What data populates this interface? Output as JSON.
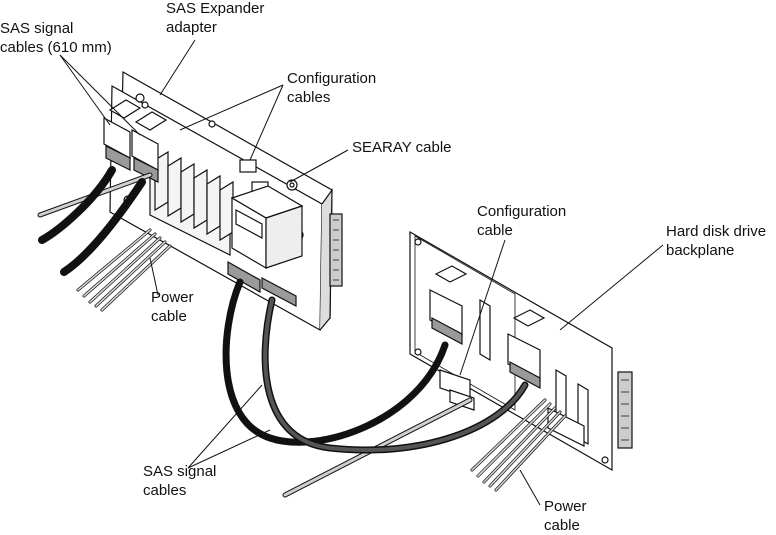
{
  "labels": {
    "sas_signal_top": "SAS signal\ncables (610 mm)",
    "sas_expander": "SAS Expander\nadapter",
    "config_cables": "Configuration\ncables",
    "searay": "SEARAY cable",
    "config_cable": "Configuration\ncable",
    "hdd_backplane": "Hard disk drive\nbackplane",
    "power_cable_left": "Power\ncable",
    "sas_signal_bottom": "SAS signal\ncables",
    "power_cable_right": "Power\ncable"
  },
  "colors": {
    "line": "#111111",
    "board_fill": "#ffffff",
    "cable_black": "#111111",
    "cable_gray": "#4a4a4a",
    "wire_light": "#c8c8c8",
    "connector_fill": "#9a9a9a"
  }
}
